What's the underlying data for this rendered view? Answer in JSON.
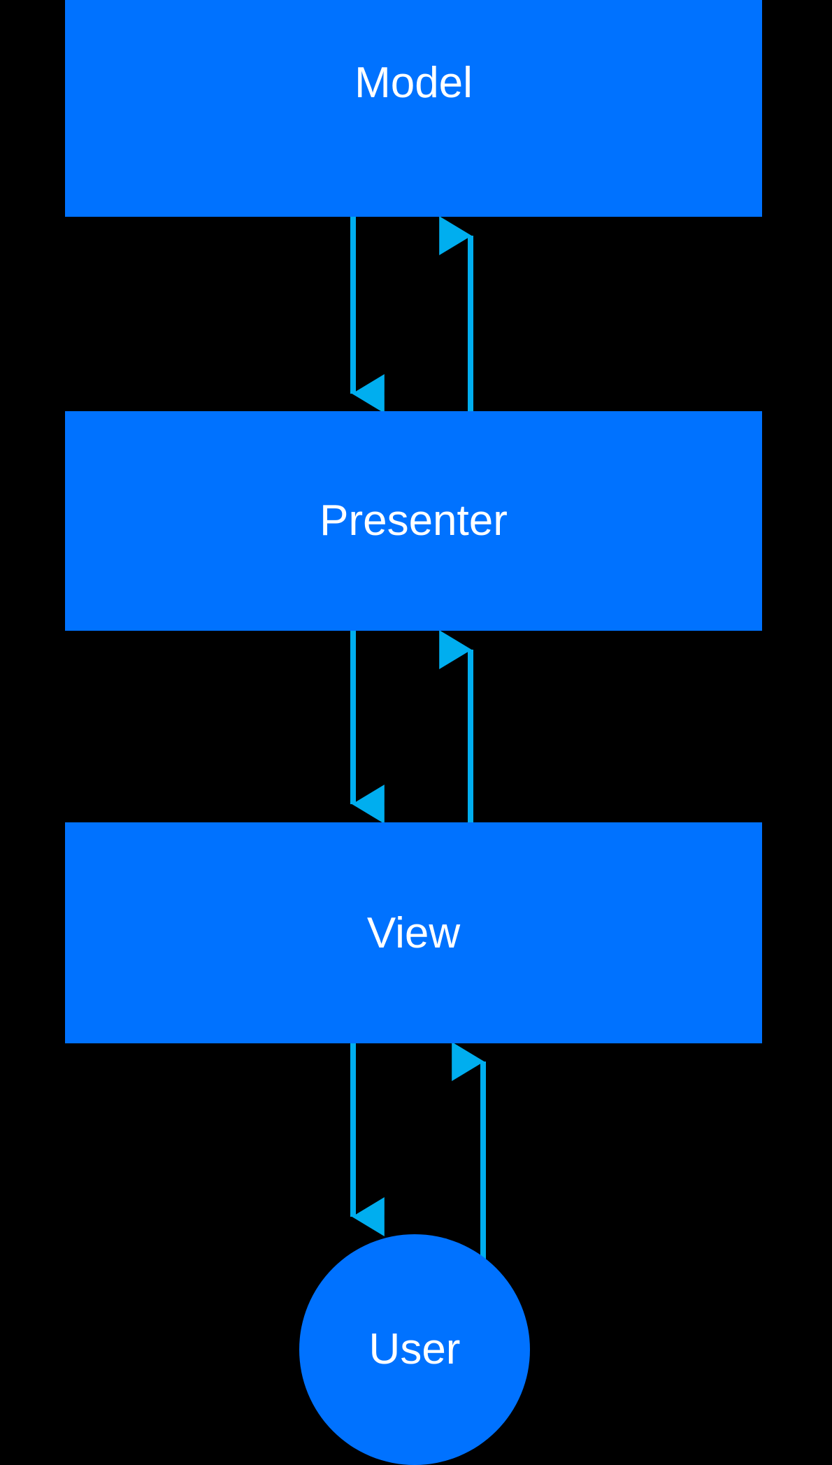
{
  "diagram": {
    "title": "Model View Presenter (MVP) architecture diagram",
    "type": "flow-diagram",
    "background_color": "#000000",
    "node_fill_color": "#0072FF",
    "node_text_color": "#FFFFFF",
    "arrow_color": "#00AEEF",
    "nodes": [
      {
        "id": "model",
        "label": "Model",
        "shape": "rectangle"
      },
      {
        "id": "presenter",
        "label": "Presenter",
        "shape": "rectangle"
      },
      {
        "id": "view",
        "label": "View",
        "shape": "rectangle"
      },
      {
        "id": "user",
        "label": "User",
        "shape": "circle"
      }
    ],
    "edges": [
      {
        "id": "model-to-presenter",
        "from": "Model",
        "to": "Presenter",
        "direction": "down",
        "label": ""
      },
      {
        "id": "presenter-to-model",
        "from": "Presenter",
        "to": "Model",
        "direction": "up",
        "label": ""
      },
      {
        "id": "presenter-to-view",
        "from": "Presenter",
        "to": "View",
        "direction": "down",
        "label": ""
      },
      {
        "id": "view-to-presenter",
        "from": "View",
        "to": "Presenter",
        "direction": "up",
        "label": ""
      },
      {
        "id": "view-to-user",
        "from": "View",
        "to": "User",
        "direction": "down",
        "label": ""
      },
      {
        "id": "user-to-view",
        "from": "User",
        "to": "View",
        "direction": "up",
        "label": ""
      }
    ]
  }
}
